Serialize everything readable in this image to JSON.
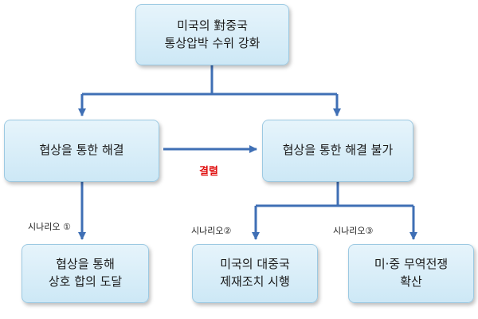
{
  "nodes": {
    "top": {
      "line1": "미국의 對중국",
      "line2": "통상압박 수위 강화"
    },
    "negotiation": {
      "text": "협상을 통한 해결"
    },
    "no_negotiation": {
      "text": "협상을 통한 해결 불가"
    },
    "agreement": {
      "line1": "협상을 통해",
      "line2": "상호 합의 도달"
    },
    "sanctions": {
      "line1": "미국의 대중국",
      "line2": "제재조치 시행"
    },
    "trade_war": {
      "line1": "미·중 무역전쟁",
      "line2": "확산"
    }
  },
  "labels": {
    "breakdown": "결렬",
    "scenario1": "시나리오 ①",
    "scenario2": "시나리오②",
    "scenario3": "시나리오③"
  },
  "colors": {
    "arrow": "#3f6fb5",
    "box_border": "#9cc9e2",
    "warning": "#e01010"
  }
}
